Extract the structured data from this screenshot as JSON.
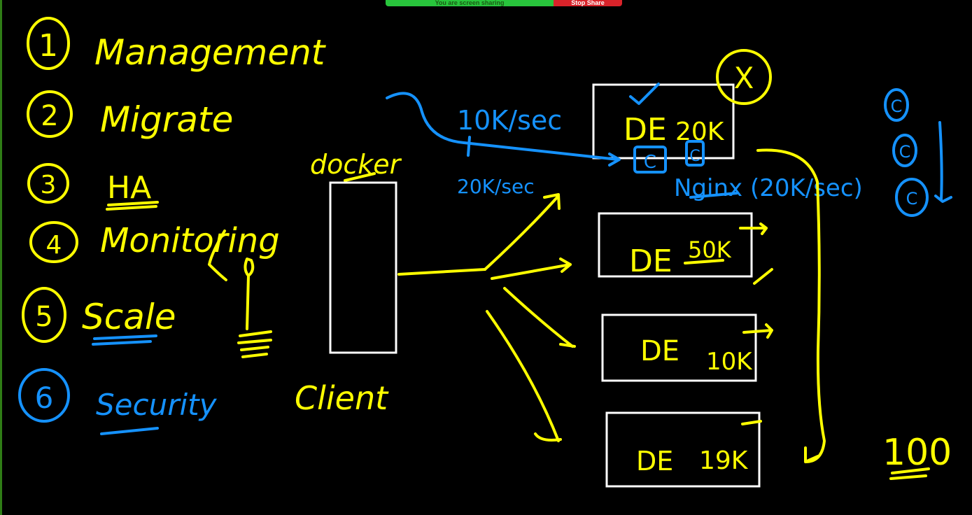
{
  "share_bar": {
    "status": "You are screen sharing",
    "stop_label": "Stop Share"
  },
  "colors": {
    "background": "#000000",
    "yellow_ink": "#ffff00",
    "blue_ink": "#1592ff",
    "box_outline": "#ffffff"
  },
  "list": [
    {
      "num": "1",
      "text": "Management"
    },
    {
      "num": "2",
      "text": "Migrate"
    },
    {
      "num": "3",
      "text": "HA"
    },
    {
      "num": "4",
      "text": "Monitoring"
    },
    {
      "num": "5",
      "text": "Scale"
    },
    {
      "num": "6",
      "text": "Security"
    }
  ],
  "client": {
    "top_label": "docker",
    "label": "Client"
  },
  "rates": {
    "primary": "10K/sec",
    "secondary": "20K/sec"
  },
  "boxes": [
    {
      "label": "DE",
      "value": "20K"
    },
    {
      "label": "DE",
      "value": "50K"
    },
    {
      "label": "DE",
      "value": "10K"
    },
    {
      "label": "DE",
      "value": "19K"
    }
  ],
  "markers": {
    "cross": "X",
    "c": "C",
    "c2": "C"
  },
  "nginx": "Nginx (20K/sec)",
  "right_stack": [
    "C",
    "C",
    "C"
  ],
  "count": "100"
}
